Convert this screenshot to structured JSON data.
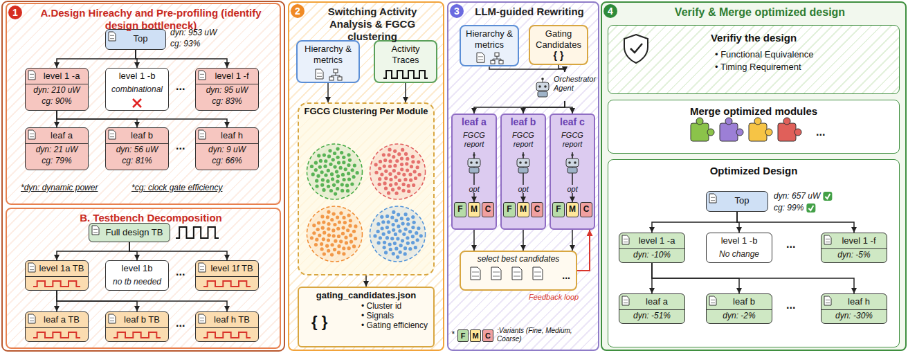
{
  "diagram": {
    "nodes": [
      {
        "text": [
          "A.Design Hireachy and Pre-profiling (identify design bottleneck)"
        ]
      },
      {
        "text": [
          "Top"
        ],
        "in": 0
      },
      {
        "text": [
          "level 1 -a",
          "dyn: 210 uW",
          "cg: 90%"
        ],
        "in": 0
      },
      {
        "text": [
          "level 1 -b",
          "combinational"
        ],
        "in": 0
      },
      {
        "text": [
          "level 1 -f",
          "dyn: 95 uW",
          "cg: 83%"
        ],
        "in": 0
      },
      {
        "text": [
          "leaf a",
          "dyn: 21 uW",
          "cg: 79%"
        ],
        "in": 0
      },
      {
        "text": [
          "leaf b",
          "dyn: 56 uW",
          "cg: 81%"
        ],
        "in": 0
      },
      {
        "text": [
          "leaf h",
          "dyn: 9 uW",
          "cg: 66%"
        ],
        "in": 0
      },
      {
        "text": [
          "B. Testbench Decomposition"
        ]
      },
      {
        "text": [
          "Full design TB"
        ],
        "in": 8
      },
      {
        "text": [
          "level 1a TB"
        ],
        "in": 8
      },
      {
        "text": [
          "level 1b",
          "no tb needed"
        ],
        "in": 8
      },
      {
        "text": [
          "level 1f TB"
        ],
        "in": 8
      },
      {
        "text": [
          "leaf a TB"
        ],
        "in": 8
      },
      {
        "text": [
          "leaf b TB"
        ],
        "in": 8
      },
      {
        "text": [
          "leaf h TB"
        ],
        "in": 8
      },
      {
        "text": [
          "Switching Activity Analysis & FGCG clustering"
        ]
      },
      {
        "text": [
          "Hierarchy & metrics"
        ],
        "in": 16
      },
      {
        "text": [
          "Activity Traces"
        ],
        "in": 16
      },
      {
        "text": [
          "FGCG Clustering Per Module"
        ],
        "in": 16
      },
      {
        "text": [
          "gating_candidates.json",
          "{ }",
          "• Cluster id",
          "• Signals",
          "• Gating efficiency"
        ],
        "in": 16
      },
      {
        "text": [
          "LLM-guided Rewriting"
        ]
      },
      {
        "text": [
          "Hierarchy & metrics"
        ],
        "in": 21
      },
      {
        "text": [
          "Gating Candidates",
          "{ }"
        ],
        "in": 21
      },
      {
        "text": [
          "Orchestrator Agent"
        ],
        "in": 21
      },
      {
        "text": [
          "leaf a"
        ],
        "in": 21
      },
      {
        "text": [
          "FGCG report"
        ],
        "in": 25
      },
      {
        "text": [
          "F"
        ],
        "in": 25
      },
      {
        "text": [
          "M"
        ],
        "in": 25
      },
      {
        "text": [
          "C"
        ],
        "in": 25
      },
      {
        "text": [
          "leaf b"
        ],
        "in": 21
      },
      {
        "text": [
          "FGCG report"
        ],
        "in": 30
      },
      {
        "text": [
          "F"
        ],
        "in": 30
      },
      {
        "text": [
          "M"
        ],
        "in": 30
      },
      {
        "text": [
          "C"
        ],
        "in": 30
      },
      {
        "text": [
          "leaf c"
        ],
        "in": 21
      },
      {
        "text": [
          "FGCG report"
        ],
        "in": 35
      },
      {
        "text": [
          "F"
        ],
        "in": 35
      },
      {
        "text": [
          "M"
        ],
        "in": 35
      },
      {
        "text": [
          "C"
        ],
        "in": 35
      },
      {
        "text": [
          "select best candidates",
          "..."
        ],
        "in": 21
      },
      {
        "text": [
          "Verify & Merge optimized design"
        ]
      },
      {
        "text": [
          "Verifiy the design",
          "• Functional Equivalence",
          "• Timing Requirement"
        ],
        "in": 41
      },
      {
        "text": [
          "Merge optimized modules",
          "..."
        ],
        "in": 41
      },
      {
        "text": [
          "Optimized Design"
        ],
        "in": 41
      },
      {
        "text": [
          "Top"
        ],
        "in": 44
      },
      {
        "text": [
          "level 1 -a",
          "dyn: -10%"
        ],
        "in": 44
      },
      {
        "text": [
          "level 1 -b",
          "No change"
        ],
        "in": 44
      },
      {
        "text": [
          "level 1 -f",
          "dyn: -5%"
        ],
        "in": 44
      },
      {
        "text": [
          "leaf a",
          "dyn: -51%"
        ],
        "in": 44
      },
      {
        "text": [
          "leaf b",
          "dyn: -2%"
        ],
        "in": 44
      },
      {
        "text": [
          "leaf h",
          "dyn: -30%"
        ],
        "in": 44
      }
    ],
    "edges": [
      {
        "from": 1,
        "to": 2,
        "arrow": "to"
      },
      {
        "from": 1,
        "to": 3,
        "arrow": "to"
      },
      {
        "from": 1,
        "to": 4,
        "arrow": "to"
      },
      {
        "from": 2,
        "to": 5,
        "arrow": "to"
      },
      {
        "from": 2,
        "to": 6,
        "arrow": "to"
      },
      {
        "from": 2,
        "to": 7,
        "arrow": "to"
      },
      {
        "from": 9,
        "to": 10,
        "arrow": "to"
      },
      {
        "from": 9,
        "to": 11,
        "arrow": "to"
      },
      {
        "from": 9,
        "to": 12,
        "arrow": "to"
      },
      {
        "from": 10,
        "to": 13,
        "arrow": "to"
      },
      {
        "from": 10,
        "to": 14,
        "arrow": "to"
      },
      {
        "from": 10,
        "to": 15,
        "arrow": "to"
      },
      {
        "from": 17,
        "to": 19,
        "arrow": "to"
      },
      {
        "from": 18,
        "to": 19,
        "arrow": "to"
      },
      {
        "from": 19,
        "to": 20,
        "arrow": "to"
      },
      {
        "from": 22,
        "to": 24,
        "arrow": "to"
      },
      {
        "from": 23,
        "to": 24,
        "arrow": "to"
      },
      {
        "from": 24,
        "to": 25,
        "arrow": "to"
      },
      {
        "from": 24,
        "to": 30,
        "arrow": "to"
      },
      {
        "from": 24,
        "to": 35,
        "arrow": "to"
      },
      {
        "from": 26,
        "to": 28,
        "arrow": "to",
        "label": "opt"
      },
      {
        "from": 31,
        "to": 33,
        "arrow": "to",
        "label": "opt"
      },
      {
        "from": 36,
        "to": 38,
        "arrow": "to",
        "label": "opt"
      },
      {
        "from": 25,
        "to": 40,
        "arrow": "to"
      },
      {
        "from": 30,
        "to": 40,
        "arrow": "to"
      },
      {
        "from": 35,
        "to": 40,
        "arrow": "to"
      },
      {
        "from": 40,
        "to": 35,
        "arrow": "to",
        "label": "Feedback loop"
      },
      {
        "from": 45,
        "to": 46,
        "arrow": "to"
      },
      {
        "from": 45,
        "to": 47,
        "arrow": "to"
      },
      {
        "from": 45,
        "to": 48,
        "arrow": "to"
      },
      {
        "from": 46,
        "to": 49,
        "arrow": "to"
      },
      {
        "from": 46,
        "to": 50,
        "arrow": "to"
      },
      {
        "from": 46,
        "to": 51,
        "arrow": "to"
      }
    ],
    "labels": [
      "1",
      "dyn: 953 uW",
      "cg: 93%",
      "...",
      "...",
      "*dyn: dynamic power",
      "*cg: clock gate efficiency",
      "...",
      "...",
      "2",
      "3",
      "*",
      "F",
      "M",
      "C",
      ":Variants (Fine, Medium, Coarse)",
      "4",
      "dyn: 657 uW",
      "cg: 99%",
      "...",
      "..."
    ]
  }
}
